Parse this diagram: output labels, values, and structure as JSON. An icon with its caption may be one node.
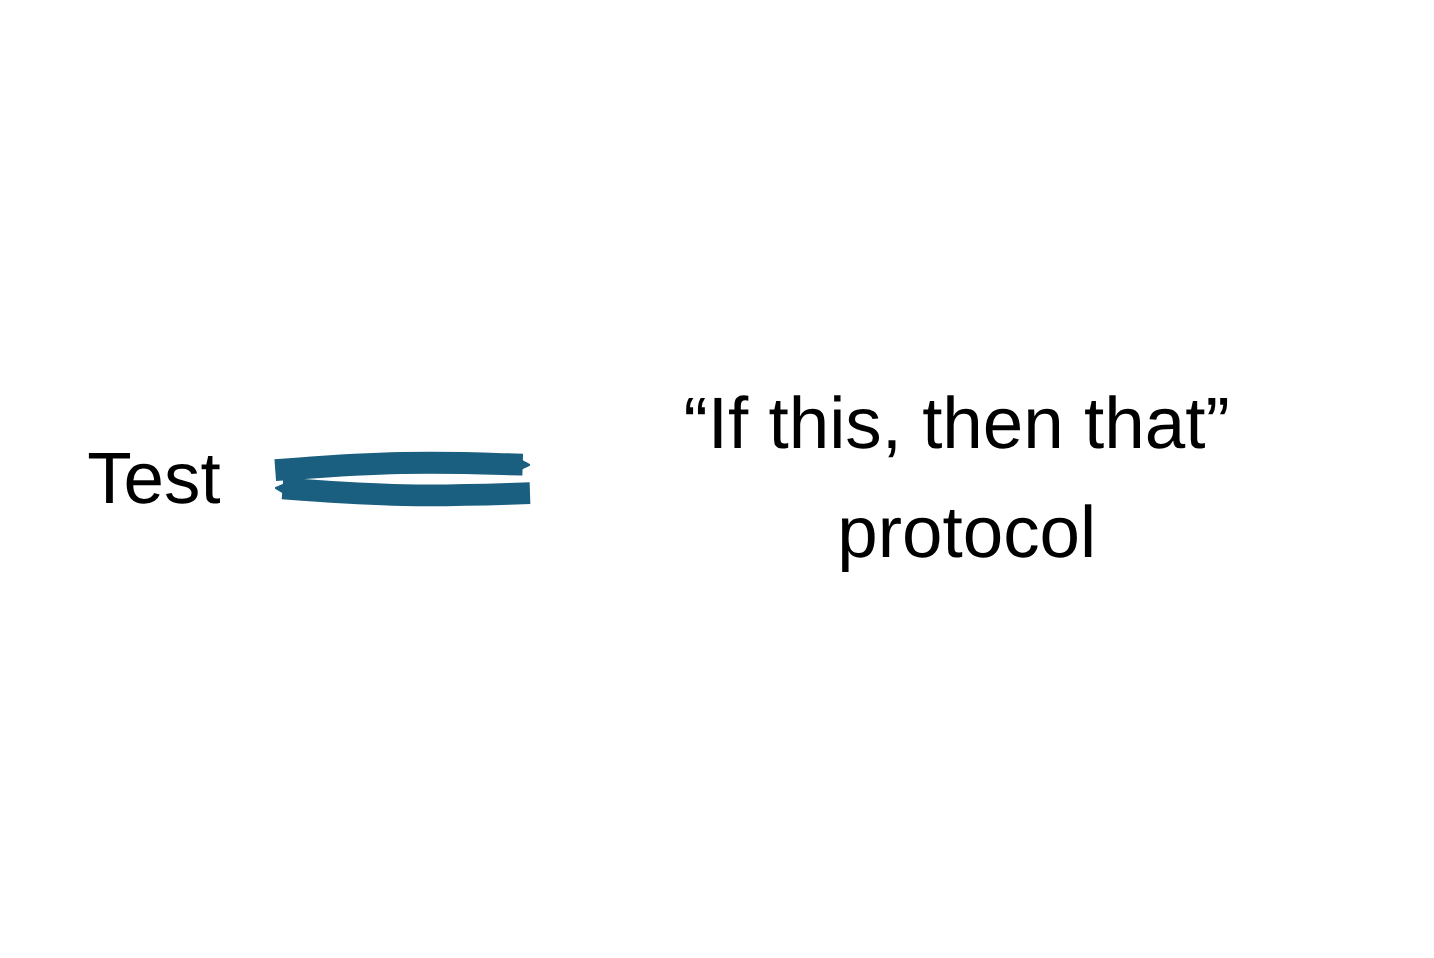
{
  "diagram": {
    "nodes": [
      {
        "text": [
          "Test"
        ]
      },
      {
        "text": [
          "“If this, then that” protocol"
        ]
      }
    ],
    "edges": [
      {
        "from": 0,
        "to": 1,
        "arrow": "to"
      },
      {
        "from": 1,
        "to": 0,
        "arrow": "to"
      }
    ]
  }
}
